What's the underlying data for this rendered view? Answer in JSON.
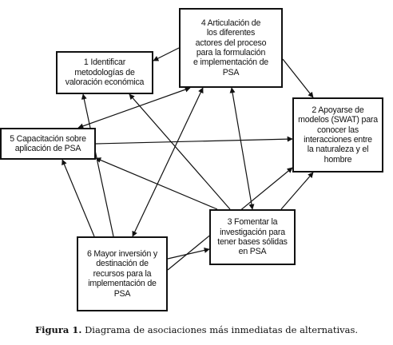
{
  "nodes": {
    "n1": "1 Identificar\nmetodologías de\nvaloración económica",
    "n2": "2 Apoyarse de\nmodelos (SWAT) para\nconocer las\ninteracciones entre\nla naturaleza y el\nhombre",
    "n3": "3 Fomentar la\ninvestigación para\ntener bases sólidas\nen PSA",
    "n4": "4 Articulación de\nlos diferentes\nactores del proceso\npara la formulación\ne implementación de\nPSA",
    "n5": "5 Capacitación sobre\naplicación de PSA",
    "n6": "6 Mayor inversión y\ndestinación de\nrecursos para la\nimplementación de\nPSA"
  },
  "caption": {
    "label": "Figura 1.",
    "text": "Diagrama de asociaciones más inmediatas de alternativas."
  }
}
